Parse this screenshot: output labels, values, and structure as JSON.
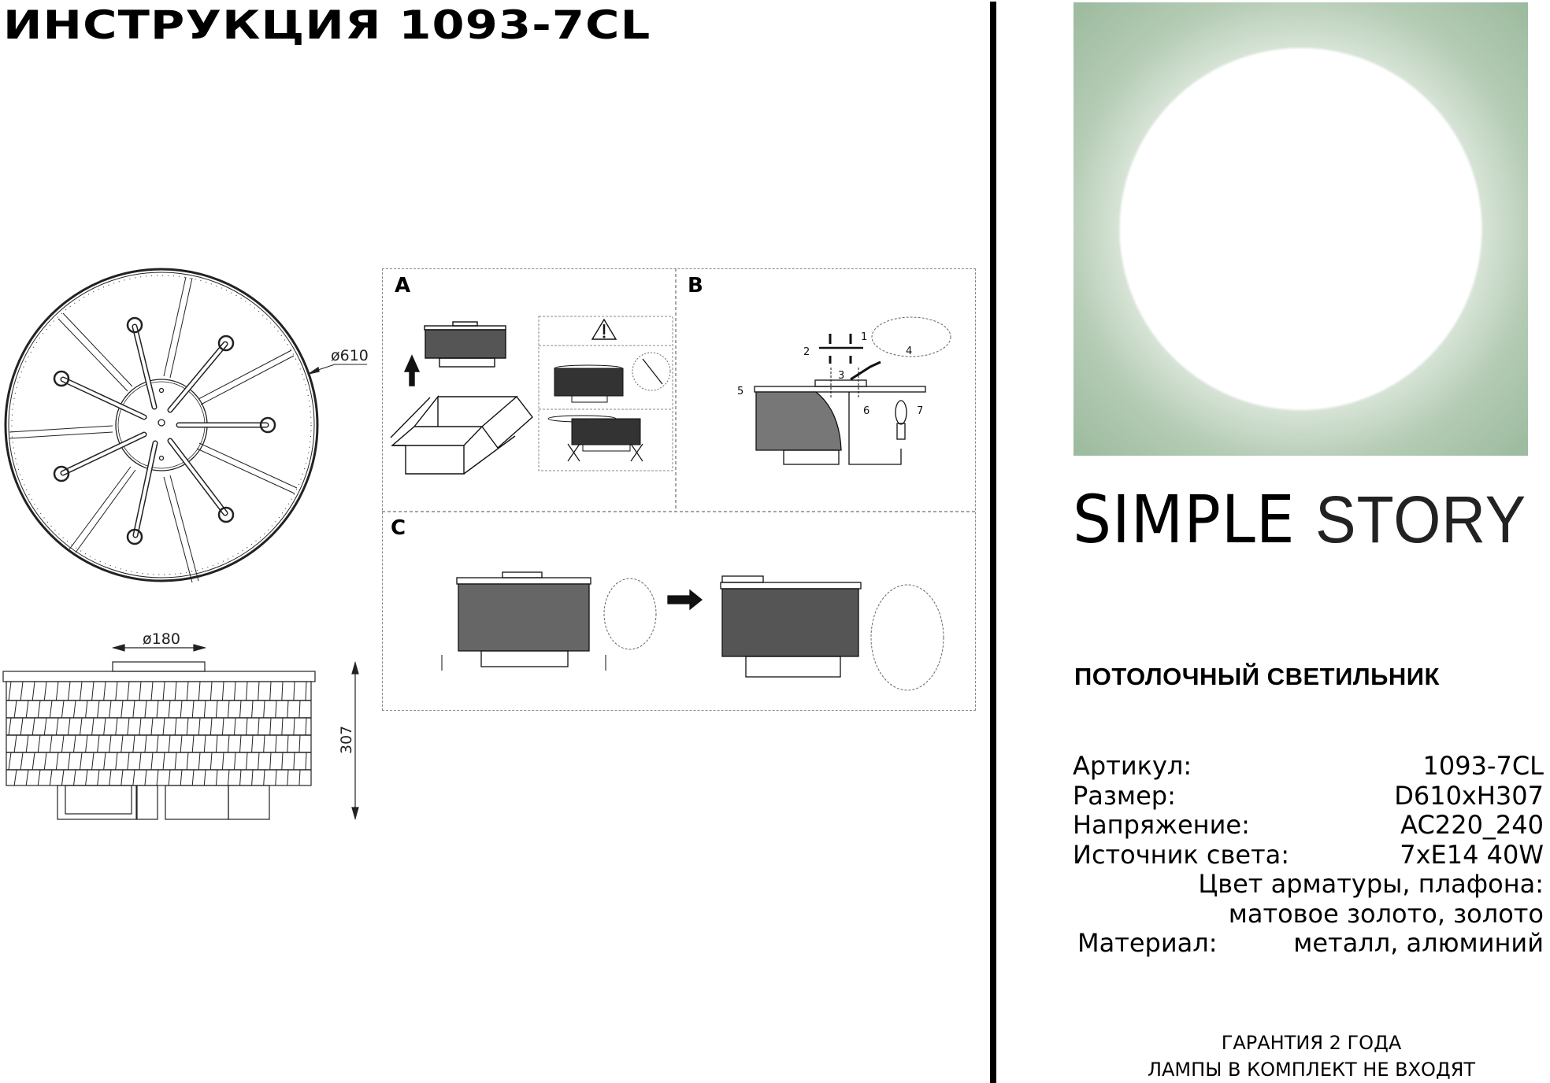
{
  "document": {
    "title": "ИНСТРУКЦИЯ 1093-7CL"
  },
  "drawings": {
    "top_view": {
      "diameter_label": "ø610"
    },
    "side_view": {
      "mount_diameter_label": "ø180",
      "height_label": "307"
    }
  },
  "instructions": {
    "panels": [
      {
        "label": "A",
        "description": "unpacking; warning: do not lift by crystals"
      },
      {
        "label": "B",
        "description": "mounting steps 1–7"
      },
      {
        "label": "C",
        "description": "crystal shade adjustment"
      }
    ],
    "warning_icon": "warning-triangle-icon",
    "step_numbers": [
      "1",
      "2",
      "3",
      "4",
      "5",
      "6",
      "7"
    ]
  },
  "hero": {
    "colors": {
      "outer": "#9dbb9f",
      "inner": "#ffffff"
    }
  },
  "brand": {
    "part1": "SIMPLE",
    "part2": "STORY"
  },
  "product_type": "ПОТОЛОЧНЫЙ СВЕТИЛЬНИК",
  "specs": [
    {
      "label": "Артикул:",
      "value": "1093-7CL"
    },
    {
      "label": "Размер:",
      "value": "D610xH307"
    },
    {
      "label": "Напряжение:",
      "value": "AC220_240"
    },
    {
      "label": "Источник света:",
      "value": "7xE14 40W"
    },
    {
      "label": "Цвет арматуры, плафона:",
      "value": "матовое золото, золото"
    },
    {
      "label": "Материал:",
      "value": "металл, алюминий"
    }
  ],
  "footer": {
    "line1": "ГАРАНТИЯ 2 ГОДА",
    "line2": "ЛАМПЫ В КОМПЛЕКТ НЕ ВХОДЯТ"
  }
}
